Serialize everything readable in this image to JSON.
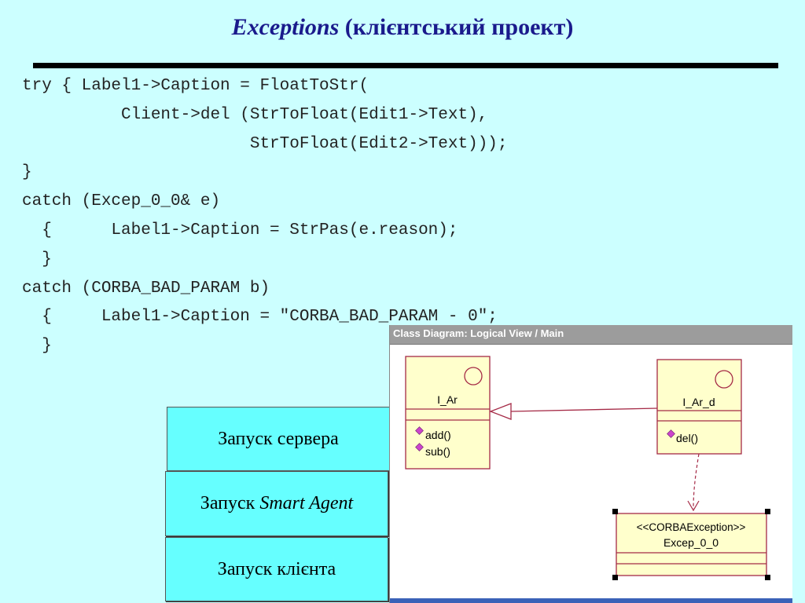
{
  "slide": {
    "title_italic": "Exceptions",
    "title_rest": "(клієнтський проект)"
  },
  "code_lines": [
    "try { Label1->Caption = FloatToStr(",
    "          Client->del (StrToFloat(Edit1->Text),",
    "                       StrToFloat(Edit2->Text)));",
    "}",
    "catch (Excep_0_0& e)",
    "  {      Label1->Caption = StrPas(e.reason);",
    "  }",
    "catch (CORBA_BAD_PARAM b)",
    "  {     Label1->Caption = \"CORBA_BAD_PARAM - 0\";",
    "  }"
  ],
  "buttons": {
    "server": "Запуск сервера",
    "agent_prefix": "Запуск",
    "agent_italic": "Smart Agent",
    "client": "Запуск клієнта"
  },
  "diagram_window": {
    "title": "Class Diagram: Logical View / Main",
    "classes": [
      {
        "name": "I_Ar",
        "operations": [
          "add()",
          "sub()"
        ]
      },
      {
        "name": "I_Ar_d",
        "operations": [
          "del()"
        ]
      },
      {
        "stereotype": "<<CORBAException>>",
        "name": "Excep_0_0"
      }
    ],
    "colors": {
      "class_fill": "#ffffcc",
      "class_border": "#a52a46",
      "operation_icon": "#cc44cc",
      "selection_handle": "#000000"
    }
  }
}
